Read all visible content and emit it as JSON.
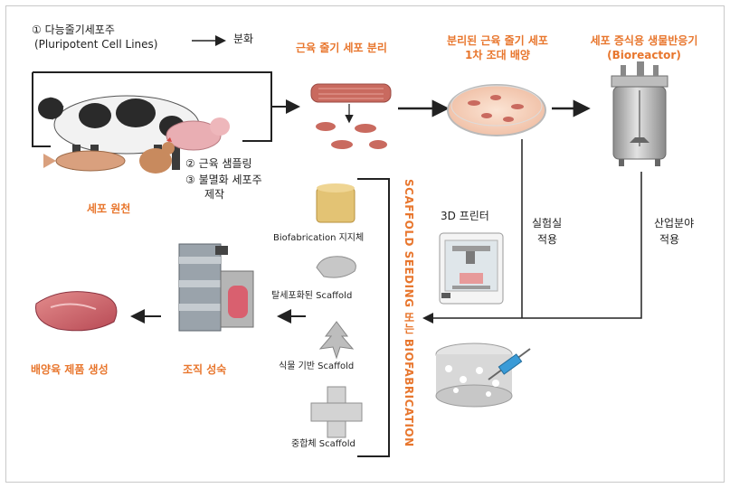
{
  "top_left": {
    "source_title": "① 다능줄기세포주",
    "source_subtitle": "(Pluripotent Cell Lines)",
    "arrow_label": "분화"
  },
  "steps": {
    "isolation": "근육 줄기 세포 분리",
    "primary_culture_line1": "분리된 근육 줄기 세포",
    "primary_culture_line2": "1차 조대 배양",
    "bioreactor_line1": "세포 증식용 생물반응기",
    "bioreactor_line2": "(Bioreactor)"
  },
  "cell_source": {
    "sampling": "② 근육 샘플링",
    "immortal_line1": "③ 불멸화 세포주",
    "immortal_line2": "제작",
    "label": "세포 원천"
  },
  "scaffolds": {
    "items": [
      {
        "label": "Biofabrication 지지체"
      },
      {
        "label": "탈세포화된 Scaffold"
      },
      {
        "label": "식물 기반 Scaffold"
      },
      {
        "label": "중합체 Scaffold"
      }
    ],
    "vertical_label": "SCAFFOLD SEEDING 또는 BIOFABRICATION"
  },
  "printer_label": "3D 프린터",
  "lab_line1": "실험실",
  "lab_line2": "적용",
  "industry_line1": "산업분야",
  "industry_line2": "적용",
  "tissue_label": "조직 성숙",
  "product_label": "배양육 제품 생성",
  "colors": {
    "accent_orange": "#e8762d",
    "muscle_red": "#c96a5f",
    "line_dark": "#222222"
  }
}
